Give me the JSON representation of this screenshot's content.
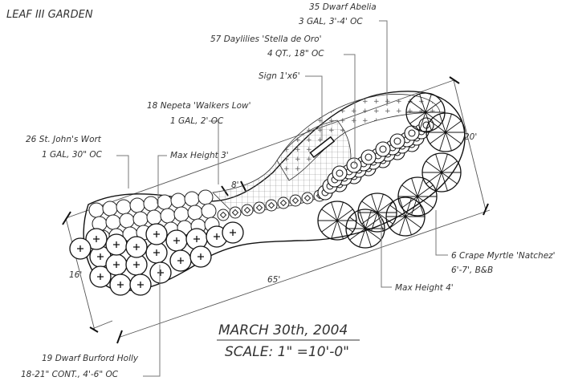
{
  "title": "LEAF III GARDEN",
  "labels": {
    "abelia_name": "35 Dwarf Abelia",
    "abelia_spec": "3 GAL, 3'-4' OC",
    "daylilies_name": "57 Daylilies 'Stella de Oro'",
    "daylilies_spec": "4 QT., 18\" OC",
    "sign": "Sign 1'x6'",
    "nepeta_name": "18 Nepeta 'Walkers Low'",
    "nepeta_spec": "1 GAL, 2' OC",
    "stjohns_name": "26 St. John's Wort",
    "stjohns_spec": "1 GAL, 30\" OC",
    "max_height_3": "Max Height 3'",
    "crape_name": "6 Crape Myrtle 'Natchez'",
    "crape_spec": "6'-7', B&B",
    "max_height_4": "Max Height 4'",
    "holly_name": "19 Dwarf Burford Holly",
    "holly_spec": "18-21\" CONT., 4'-6\" OC"
  },
  "dimensions": {
    "length": "65'",
    "width_left": "16'",
    "width_right": "20'",
    "neck": "8'"
  },
  "title_block": {
    "date": "MARCH 30th, 2004",
    "scale": "SCALE: 1\" =10'-0\""
  }
}
